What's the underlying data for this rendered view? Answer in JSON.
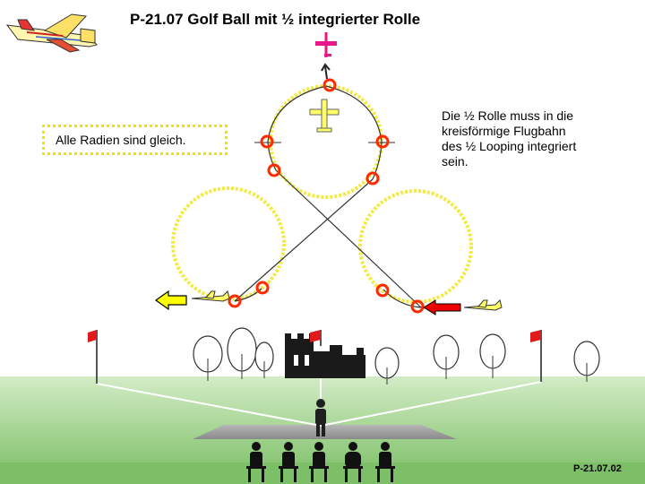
{
  "title": "P-21.07 Golf Ball mit ½ integrierter Rolle",
  "note_left": "Alle Radien sind gleich.",
  "info_lines": [
    "Die ½ Rolle muss in die",
    "kreisförmige Flugbahn",
    "des ½ Looping integriert",
    "sein."
  ],
  "figure_code": "P-21.07.02",
  "colors": {
    "sky": "#ffffff",
    "grass_top": "#cfe9c0",
    "grass_bottom": "#7fc06a",
    "flight_path": "#f3ea40",
    "marker": "#ff2a00",
    "arrow_red": "#ee0000",
    "arrow_yellow": "#ffff00",
    "plane_yellow": "#ffff66",
    "plane_magenta": "#e8178a",
    "runway": "#999999"
  },
  "icons": [
    "logo-airplane-icon",
    "magenta-airplane-icon",
    "yellow-airplane-icon",
    "entry-airplane-icon",
    "exit-airplane-icon",
    "flag-icon",
    "tree-icon",
    "castle-icon",
    "pilot-icon",
    "spectator-icon"
  ]
}
